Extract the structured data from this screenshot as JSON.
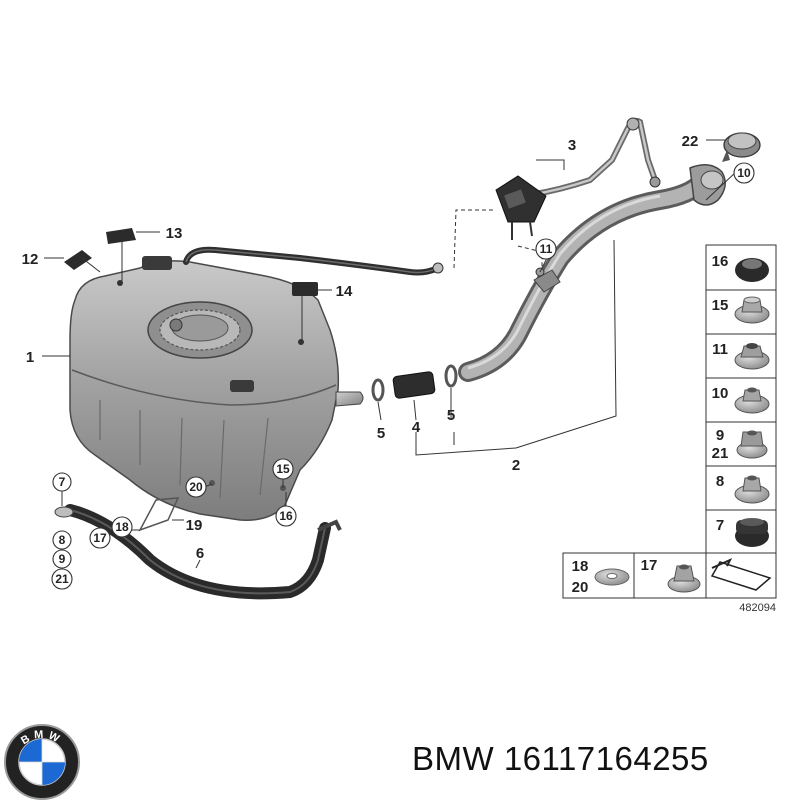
{
  "callouts": {
    "c1": "1",
    "c2": "2",
    "c3": "3",
    "c4": "4",
    "c5a": "5",
    "c5b": "5",
    "c6": "6",
    "c7": "7",
    "c8": "8",
    "c9": "9",
    "c10": "10",
    "c11": "11",
    "c12": "12",
    "c13": "13",
    "c14": "14",
    "c15": "15",
    "c16": "16",
    "c17": "17",
    "c18": "18",
    "c19": "19",
    "c20": "20",
    "c21": "21",
    "c22": "22"
  },
  "legend": {
    "rows": [
      "16",
      "15",
      "11",
      "10",
      "9",
      "21",
      "8",
      "7"
    ],
    "bottom_left_top": "18",
    "bottom_left_bottom": "20",
    "bottom_mid": "17",
    "ref_code": "482094"
  },
  "footer": {
    "brand": "BMW",
    "part_number": "16117164255",
    "logo_letters": "BMW"
  },
  "colors": {
    "metal": "#a9a9a9",
    "metal_dark": "#6f6f6f",
    "rubber": "#2b2b2b",
    "logo_blue": "#1c69d4"
  }
}
